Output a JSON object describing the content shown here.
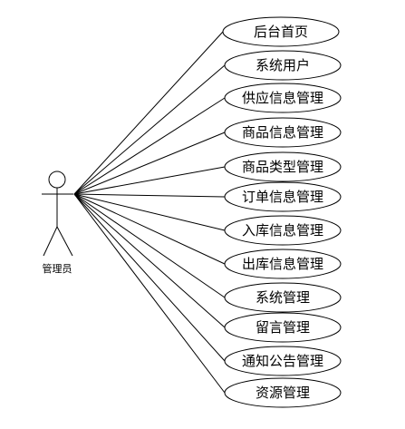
{
  "actor": {
    "name": "管理员",
    "icon": "stick-figure-icon"
  },
  "use_cases": [
    {
      "label": "后台首页"
    },
    {
      "label": "系统用户"
    },
    {
      "label": "供应信息管理"
    },
    {
      "label": "商品信息管理"
    },
    {
      "label": "商品类型管理"
    },
    {
      "label": "订单信息管理"
    },
    {
      "label": "入库信息管理"
    },
    {
      "label": "出库信息管理"
    },
    {
      "label": "系统管理"
    },
    {
      "label": "留言管理"
    },
    {
      "label": "通知公告管理"
    },
    {
      "label": "资源管理"
    }
  ],
  "colors": {
    "stroke": "#000000",
    "background": "#ffffff"
  }
}
